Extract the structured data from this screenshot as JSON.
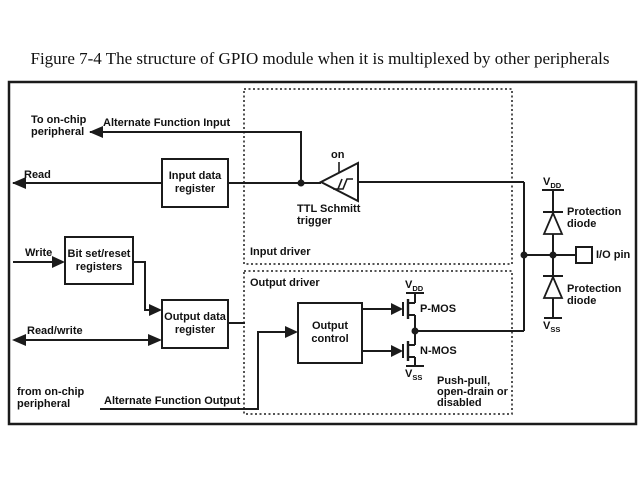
{
  "title": "Figure 7-4 The structure of GPIO module when it is multiplexed by other peripherals",
  "colors": {
    "line": "#1b1b1b",
    "background": "#ffffff",
    "text": "#111111"
  },
  "left_labels": {
    "to_on_chip_peripheral": {
      "line1": "To on-chip",
      "line2": "peripheral"
    },
    "read": "Read",
    "write": "Write",
    "read_write": "Read/write",
    "from_on_chip_peripheral": {
      "line1": "from on-chip",
      "line2": "peripheral"
    }
  },
  "signals": {
    "alternate_function_input": "Alternate Function Input",
    "alternate_function_output": "Alternate Function Output"
  },
  "blocks": {
    "input_data_register": {
      "line1": "Input data",
      "line2": "register"
    },
    "bit_set_reset_registers": {
      "line1": "Bit set/reset",
      "line2": "registers"
    },
    "output_data_register": {
      "line1": "Output data",
      "line2": "register"
    },
    "output_control": {
      "line1": "Output",
      "line2": "control"
    }
  },
  "regions": {
    "input_driver": "Input driver",
    "output_driver": "Output driver"
  },
  "schmitt_trigger": {
    "enable": "on",
    "label_line1": "TTL Schmitt",
    "label_line2": "trigger"
  },
  "transistors": {
    "pmos": "P-MOS",
    "nmos": "N-MOS"
  },
  "power": {
    "vdd": {
      "base": "V",
      "sub": "DD"
    },
    "vss": {
      "base": "V",
      "sub": "SS"
    }
  },
  "protection_diode_top": {
    "line1": "Protection",
    "line2": "diode"
  },
  "protection_diode_bottom": {
    "line1": "Protection",
    "line2": "diode"
  },
  "io_pin": "I/O pin",
  "output_mode_note": {
    "line1": "Push-pull,",
    "line2": "open-drain or",
    "line3": "disabled"
  }
}
